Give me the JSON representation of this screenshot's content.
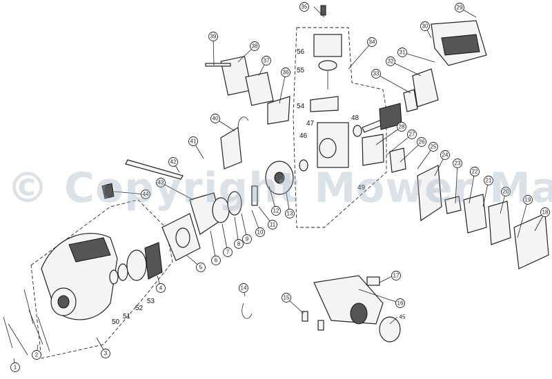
{
  "watermark": "© Copyright Mower Magic",
  "callout_numbers": [
    "1",
    "2",
    "3",
    "4",
    "5",
    "6",
    "7",
    "8",
    "9",
    "10",
    "11",
    "12",
    "13",
    "14",
    "15",
    "16",
    "17",
    "18",
    "19",
    "20",
    "21",
    "22",
    "23",
    "24",
    "25",
    "26",
    "27",
    "28",
    "29",
    "30",
    "31",
    "32",
    "33",
    "34",
    "35",
    "36",
    "37",
    "38",
    "39",
    "40",
    "41",
    "42",
    "43",
    "44",
    "45"
  ],
  "plain_numbers": [
    "46",
    "47",
    "48",
    "49",
    "50",
    "51",
    "52",
    "53",
    "54",
    "55",
    "56"
  ],
  "colors": {
    "line": "#222222",
    "background": "#ffffff",
    "watermark": "#96aab9"
  }
}
